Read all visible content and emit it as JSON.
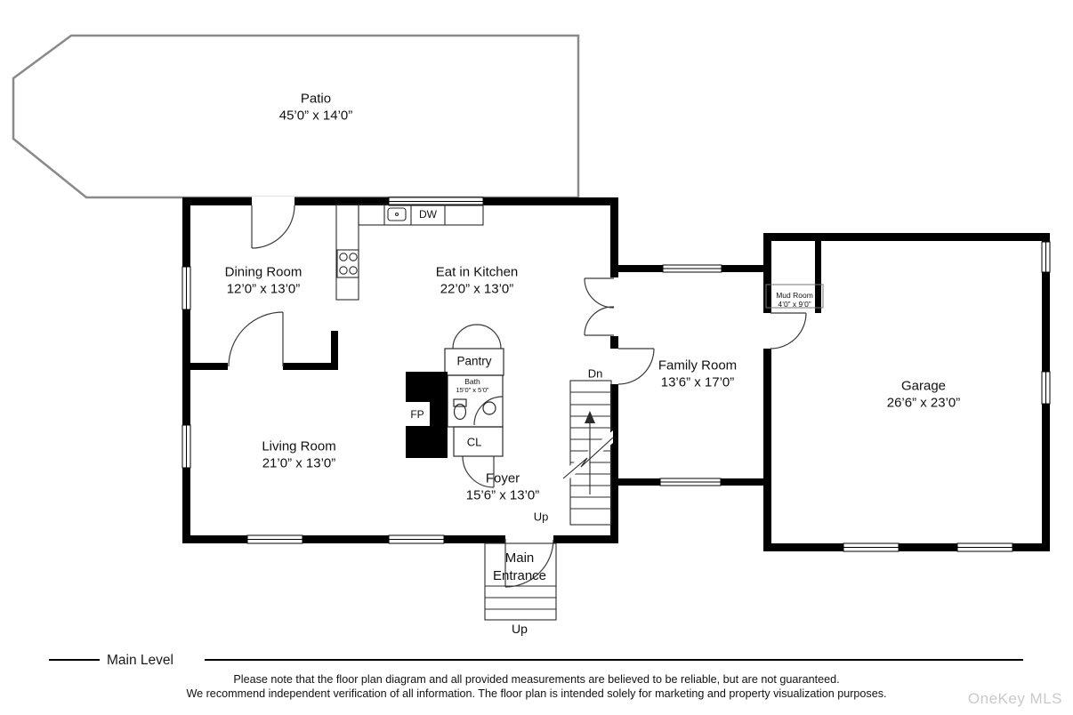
{
  "rooms": {
    "patio": {
      "name": "Patio",
      "dims": "45’0” x 14’0”"
    },
    "dining": {
      "name": "Dining Room",
      "dims": "12’0” x 13’0”"
    },
    "kitchen": {
      "name": "Eat in Kitchen",
      "dims": "22’0” x 13’0”"
    },
    "living": {
      "name": "Living Room",
      "dims": "21’0” x 13’0”"
    },
    "foyer": {
      "name": "Foyer",
      "dims": "15’6” x 13’0”"
    },
    "family": {
      "name": "Family Room",
      "dims": "13’6” x 17’0”"
    },
    "garage": {
      "name": "Garage",
      "dims": "26’6” x 23’0”"
    },
    "mud": {
      "name": "Mud Room",
      "dims": "4’0” x 9’0”"
    },
    "pantry": {
      "name": "Pantry"
    },
    "bath": {
      "name": "Bath",
      "dims": "15’0” x 5’0”"
    }
  },
  "markers": {
    "closet": "CL",
    "fireplace": "FP",
    "dishwasher": "DW",
    "stairs_down": "Dn",
    "stairs_up": "Up",
    "entrance_line1": "Main",
    "entrance_line2": "Entrance",
    "entrance_up": "Up"
  },
  "footer": {
    "level_label": "Main Level",
    "disclaimer_line1": "Please note that the floor plan diagram and all provided measurements are believed to be reliable, but are not guaranteed.",
    "disclaimer_line2": "We recommend independent verification of all information. The floor plan is intended solely for marketing and property visualization purposes.",
    "watermark": "OneKey MLS"
  },
  "colors": {
    "wall": "#000000",
    "patio_outline": "#8a8a8a",
    "watermark": "#c9c9c9"
  }
}
